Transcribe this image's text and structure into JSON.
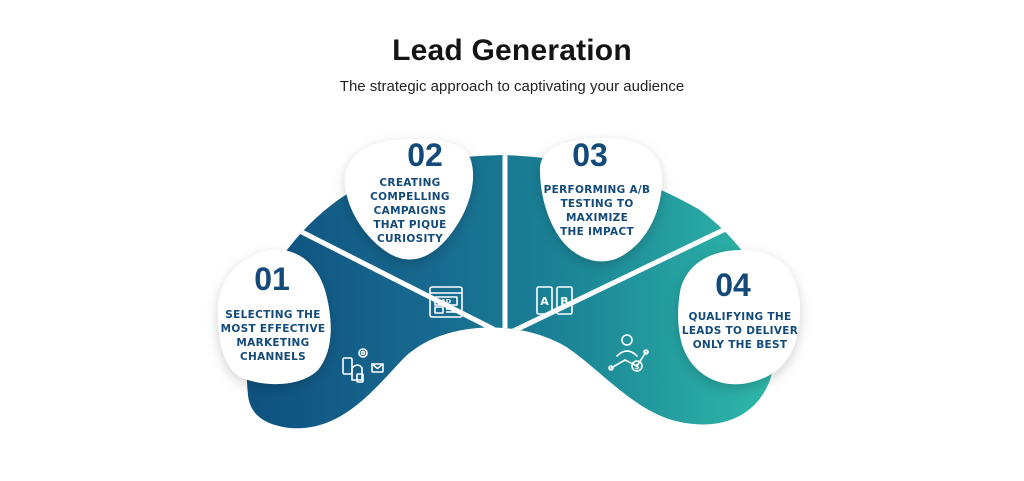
{
  "header": {
    "title": "Lead Generation",
    "subtitle": "The strategic approach to captivating your audience"
  },
  "colors": {
    "segment_1": "#0f5a84",
    "segment_2": "#1a6f92",
    "segment_3": "#1d8d99",
    "segment_4": "#2bb4a7",
    "text_blue": "#134a7a",
    "icon_white": "#ffffff"
  },
  "steps": [
    {
      "number": "01",
      "lines": [
        "SELECTING THE",
        "MOST EFFECTIVE",
        "MARKETING",
        "CHANNELS"
      ],
      "icon": "marketing-channels-icon"
    },
    {
      "number": "02",
      "lines": [
        "CREATING",
        "COMPELLING",
        "CAMPAIGNS",
        "THAT PIQUE",
        "CURIOSITY"
      ],
      "icon": "ad-browser-icon"
    },
    {
      "number": "03",
      "lines": [
        "PERFORMING A/B",
        "TESTING TO",
        "MAXIMIZE",
        "THE IMPACT"
      ],
      "icon": "ab-test-icon"
    },
    {
      "number": "04",
      "lines": [
        "QUALIFYING THE",
        "LEADS TO DELIVER",
        "ONLY THE BEST"
      ],
      "icon": "qualified-lead-icon"
    }
  ]
}
